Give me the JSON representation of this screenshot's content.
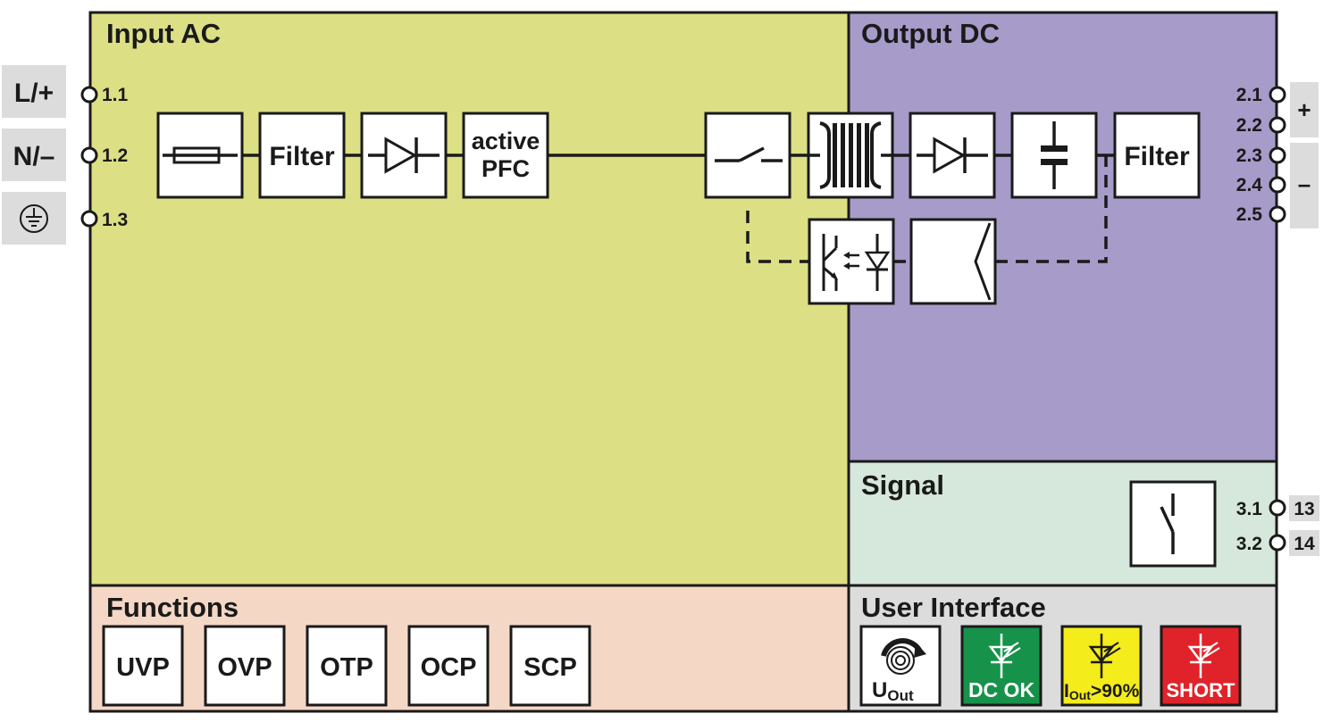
{
  "colors": {
    "input_ac": "#dcdf84",
    "output_dc": "#a79bc9",
    "signal": "#d5e8db",
    "functions": "#f5d7c6",
    "user_interface": "#dcdcdc",
    "dc_ok": "#17924b",
    "iout": "#f4ec1b",
    "short": "#e0232a",
    "terminal_tab": "#dcdcdc"
  },
  "sections": {
    "input_ac": "Input AC",
    "output_dc": "Output DC",
    "signal": "Signal",
    "functions": "Functions",
    "user_interface": "User Interface"
  },
  "input_terminals": [
    {
      "id": "1.1",
      "tab": "L/+"
    },
    {
      "id": "1.2",
      "tab": "N/–"
    },
    {
      "id": "1.3",
      "tab_icon": "ground-icon"
    }
  ],
  "output_terminals": [
    "2.1",
    "2.2",
    "2.3",
    "2.4",
    "2.5"
  ],
  "output_tabs": {
    "plus": "+",
    "minus": "–"
  },
  "signal_terminals": [
    {
      "id": "3.1",
      "tab": "13"
    },
    {
      "id": "3.2",
      "tab": "14"
    }
  ],
  "blocks": {
    "fuse": "fuse-icon",
    "input_filter": "Filter",
    "rectifier": "diode-icon",
    "pfc_line1": "active",
    "pfc_line2": "PFC",
    "switch": "switch-icon",
    "transformer": "transformer-icon",
    "output_rectifier": "diode-icon",
    "capacitor": "capacitor-icon",
    "output_filter": "Filter",
    "optocoupler": "optocoupler-icon",
    "regulator": "regulator-icon",
    "relay": "relay-contact-icon"
  },
  "functions": [
    "UVP",
    "OVP",
    "OTP",
    "OCP",
    "SCP"
  ],
  "ui_items": {
    "uout_potentiometer": "U",
    "uout_sub": "Out",
    "dc_ok": "DC OK",
    "iout_label": "I",
    "iout_sub": "Out",
    "iout_suffix": ">90%",
    "short": "SHORT"
  }
}
